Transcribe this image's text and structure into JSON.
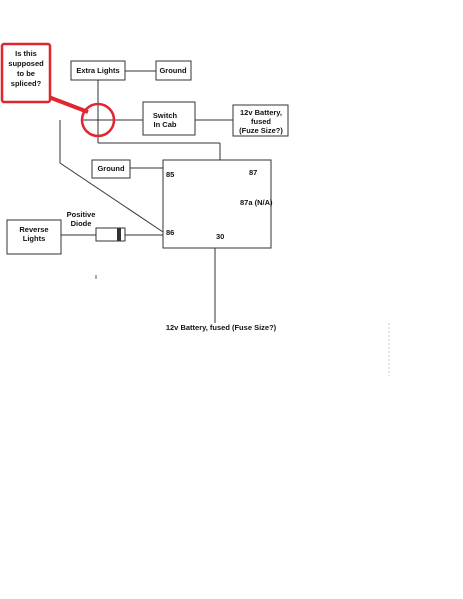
{
  "callout": {
    "lines": [
      "Is this",
      "supposed",
      "to be",
      "spliced?"
    ],
    "border_color": "#e0262e"
  },
  "boxes": {
    "extra_lights": "Extra Lights",
    "ground_top": "Ground",
    "switch": [
      "Switch",
      "In Cab"
    ],
    "battery_top": [
      "12v Battery,",
      "fused",
      "(Fuze Size?)"
    ],
    "ground_relay": "Ground",
    "reverse_lights": [
      "Reverse",
      "Lights"
    ]
  },
  "relay": {
    "pin_85": "85",
    "pin_87": "87",
    "pin_87a": "87a (N/A)",
    "pin_86": "86",
    "pin_30": "30"
  },
  "diode_label": [
    "Positive",
    "Diode"
  ],
  "battery_bottom": "12v Battery, fused (Fuse Size?)",
  "splice_ring_color": "#e0262e"
}
